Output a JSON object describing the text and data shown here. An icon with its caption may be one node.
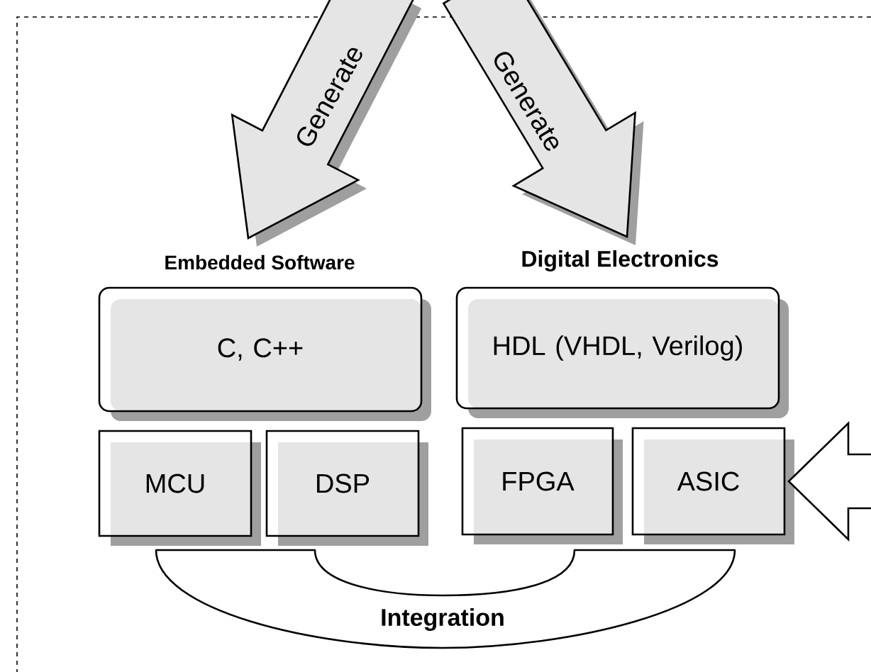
{
  "diagram": {
    "nodes": [
      {
        "text": [
          "Embedded Software",
          "C, C++"
        ]
      },
      {
        "text": [
          "Digital Electronics",
          "HDL (VHDL, Verilog)"
        ]
      },
      {
        "text": [
          "MCU"
        ]
      },
      {
        "text": [
          "DSP"
        ]
      },
      {
        "text": [
          "FPGA"
        ]
      },
      {
        "text": [
          "ASIC"
        ]
      },
      {
        "text": [
          "Integration"
        ]
      }
    ],
    "edges": [
      {
        "from": null,
        "to": 0,
        "arrow": "to",
        "label": "Generate"
      },
      {
        "from": null,
        "to": 1,
        "arrow": "to",
        "label": "Generate"
      },
      {
        "from": null,
        "to": 5,
        "arrow": "to"
      }
    ]
  }
}
